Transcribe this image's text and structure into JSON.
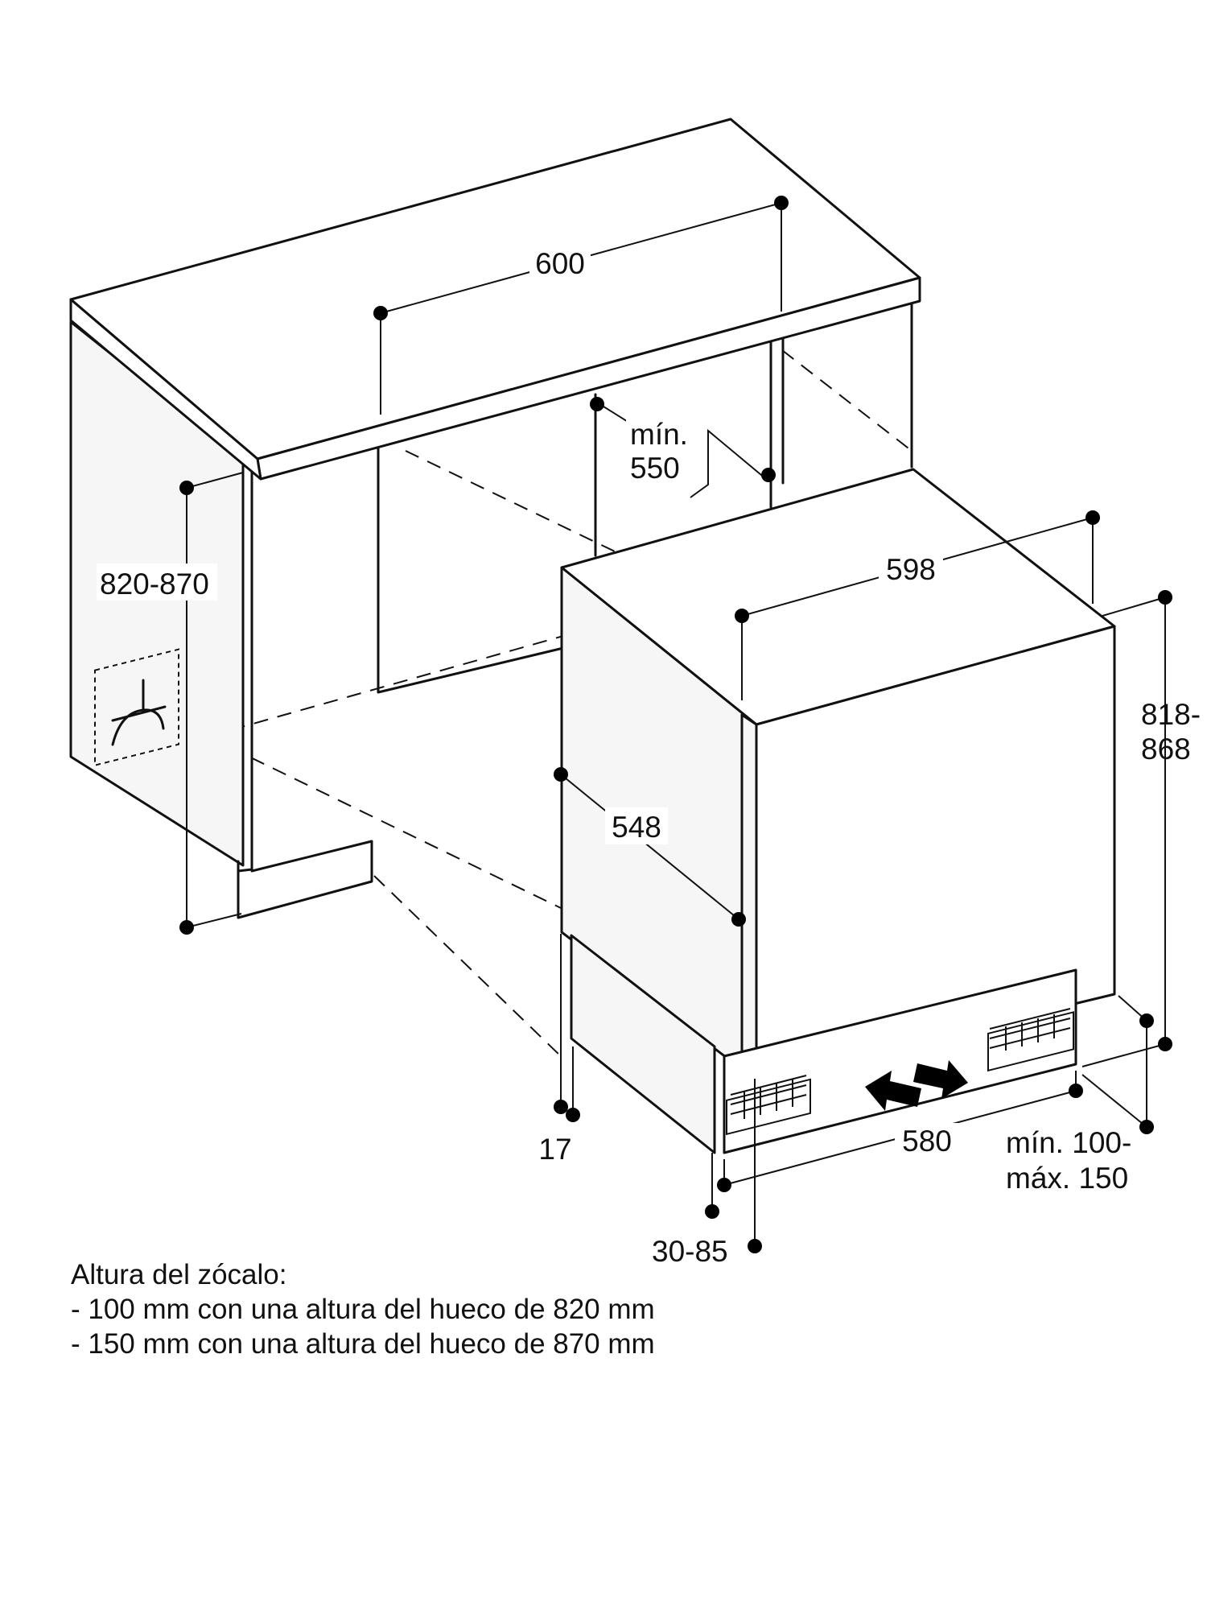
{
  "dimensions": {
    "cabinet_width": "600",
    "niche_depth_line1": "mín.",
    "niche_depth_line2": "550",
    "niche_height": "820-870",
    "appliance_width": "598",
    "appliance_depth": "548",
    "appliance_height_line1": "818-",
    "appliance_height_line2": "868",
    "door_offset": "17",
    "plinth_width": "580",
    "plinth_height_line1": "mín. 100-",
    "plinth_height_line2": "máx. 150",
    "plinth_depth": "30-85"
  },
  "notes": {
    "title": "Altura del zócalo:",
    "line1": "- 100 mm con una altura del hueco de 820 mm",
    "line2": "- 150 mm con una altura del hueco de 870 mm"
  }
}
